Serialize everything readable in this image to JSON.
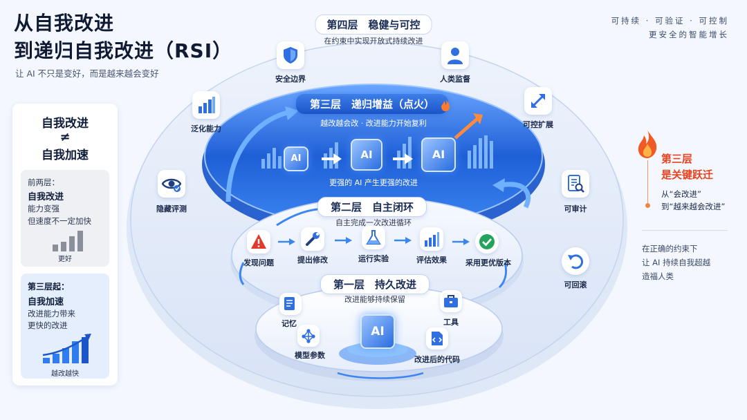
{
  "title": {
    "line1": "从自我改进",
    "line2": "到递归自我改进（RSI）",
    "subtitle": "让 AI 不只是变好，而是越来越会变好"
  },
  "top_right": {
    "line1": "可持续 · 可验证 · 可控制",
    "line2": "更安全的智能增长"
  },
  "left_panel": {
    "heading1": "自我改进",
    "neq": "≠",
    "heading2": "自我加速",
    "card1": {
      "label": "前两层：",
      "title": "自我改进",
      "line1": "能力变强",
      "line2": "但速度不一定加快",
      "caption": "更好"
    },
    "card2": {
      "label": "第三层起：",
      "title": "自我加速",
      "line1": "改进能力带来",
      "line2": "更快的改进",
      "caption": "越改越快"
    }
  },
  "right_panel": {
    "label_line1": "第三层",
    "label_line2": "是关键跃迁",
    "from": "从“会改进”",
    "to": "到“越来越会改进”",
    "text1": "在正确的约束下",
    "text2": "让 AI 持续自我超越",
    "text3": "造福人类"
  },
  "layer4": {
    "title": "第四层　稳健与可控",
    "subtitle": "在约束中实现开放式持续改进",
    "items": [
      {
        "label": "安全边界",
        "icon": "shield-icon"
      },
      {
        "label": "人类监督",
        "icon": "person-icon"
      },
      {
        "label": "泛化能力",
        "icon": "bar-chart-icon"
      },
      {
        "label": "可控扩展",
        "icon": "expand-arrows-icon"
      },
      {
        "label": "隐藏评测",
        "icon": "eye-check-icon"
      },
      {
        "label": "可审计",
        "icon": "audit-search-icon"
      },
      {
        "label": "可回滚",
        "icon": "rollback-icon"
      }
    ]
  },
  "layer3": {
    "title": "第三层　递归增益（点火）",
    "subtitle": "越改越会改 · 改进能力开始复利",
    "caption": "更强的 AI 产生更强的改进",
    "cube_label": "AI"
  },
  "layer2": {
    "title": "第二层　自主闭环",
    "subtitle": "自主完成一次改进循环",
    "steps": [
      {
        "label": "发现问题",
        "icon": "warning-icon"
      },
      {
        "label": "提出修改",
        "icon": "wrench-icon"
      },
      {
        "label": "运行实验",
        "icon": "flask-icon"
      },
      {
        "label": "评估效果",
        "icon": "bar-chart-icon"
      },
      {
        "label": "采用更优版本",
        "icon": "check-icon"
      }
    ]
  },
  "layer1": {
    "title": "第一层　持久改进",
    "subtitle": "改进能够持续保留",
    "cube_label": "AI",
    "items": [
      {
        "label": "记忆",
        "icon": "memory-doc-icon"
      },
      {
        "label": "工具",
        "icon": "toolbox-icon"
      },
      {
        "label": "模型参数",
        "icon": "network-icon"
      },
      {
        "label": "改进后的代码",
        "icon": "code-file-icon"
      }
    ]
  },
  "colors": {
    "primary": "#1f5fd6",
    "accent": "#e5421d",
    "navy": "#101a33"
  }
}
